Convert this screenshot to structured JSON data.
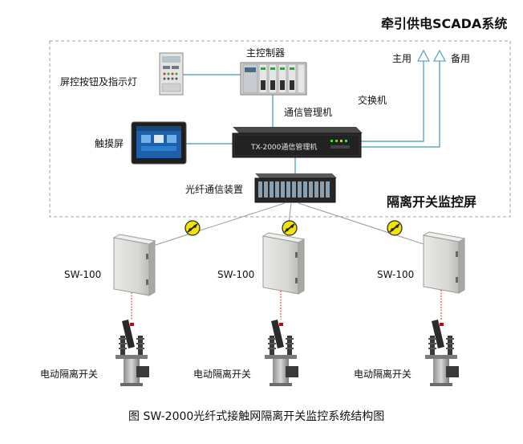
{
  "labels": {
    "scada_title": "牵引供电SCADA系统",
    "main_use": "主用",
    "backup_use": "备用",
    "master_controller": "主控制器",
    "panel_buttons": "屏控按钮及指示灯",
    "comm_manager": "通信管理机",
    "switch": "交换机",
    "touch_screen": "触摸屏",
    "fiber_device": "光纤通信装置",
    "monitor_screen": "隔离开关监控屏",
    "device_text": "TX-2000通信管理机",
    "caption": "图 SW-2000光纤式接触网隔离开关监控系统结构图"
  },
  "terminals": [
    {
      "model": "SW-100",
      "switch_label": "电动隔离开关"
    },
    {
      "model": "SW-100",
      "switch_label": "电动隔离开关"
    },
    {
      "model": "SW-100",
      "switch_label": "电动隔离开关"
    }
  ],
  "colors": {
    "link_blue": "#5aa7c9",
    "fiber_link": "#9a9a9a",
    "signal_red": "#e84b4b",
    "dashed_border": "#a0a0a0",
    "fiber_badge": "#f3e500"
  }
}
